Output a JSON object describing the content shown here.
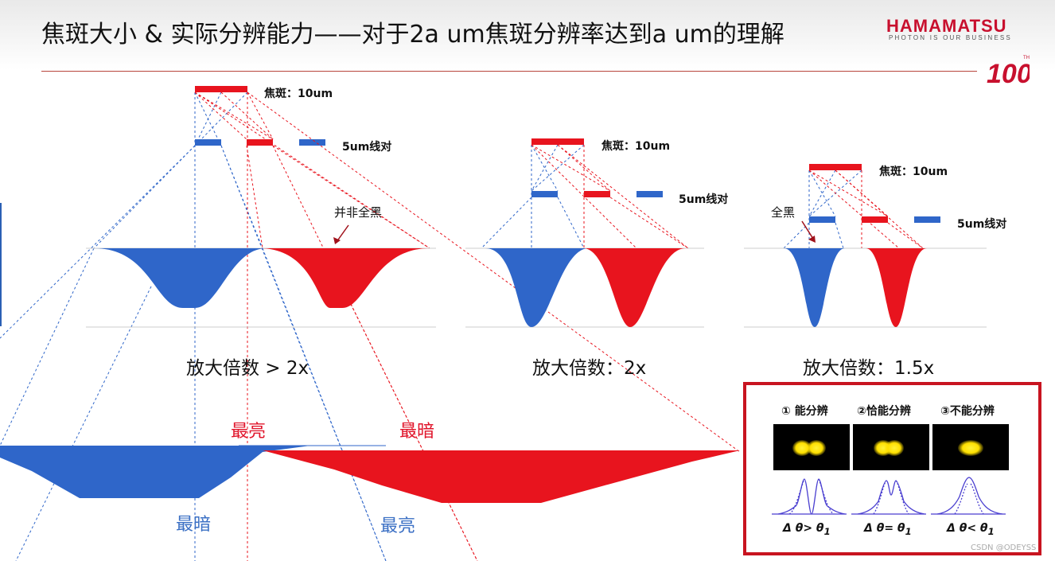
{
  "title": "焦斑大小 & 实际分辨能力——对于2a  um焦斑分辨率达到a  um的理解",
  "logo": {
    "brand": "HAMAMATSU",
    "tagline": "PHOTON IS OUR BUSINESS",
    "anniversary": "100",
    "anniversary_mark": "TH"
  },
  "colors": {
    "red": "#e8141e",
    "blue": "#2f66c9",
    "accent": "#c8102e"
  },
  "panels": [
    {
      "spot_label": "焦斑：10um",
      "line_pair_label": "5um线对",
      "magnification_label": "放大倍数 > 2x",
      "annotation": "并非全黑"
    },
    {
      "spot_label": "焦斑：10um",
      "line_pair_label": "5um线对",
      "magnification_label": "放大倍数：2x"
    },
    {
      "spot_label": "焦斑：10um",
      "line_pair_label": "5um线对",
      "magnification_label": "放大倍数：1.5x",
      "annotation": "全黑"
    }
  ],
  "bottom_labels": {
    "brightest_red": "最亮",
    "darkest_red": "最暗",
    "darkest_blue": "最暗",
    "brightest_blue": "最亮"
  },
  "inset": {
    "headers": [
      "① 能分辨",
      "②恰能分辨",
      "③不能分辨"
    ],
    "conditions": [
      "Δ θ> θ",
      "Δ θ= θ",
      "Δ θ< θ"
    ],
    "subscript": "1"
  },
  "watermark": "CSDN @ODEYSS"
}
